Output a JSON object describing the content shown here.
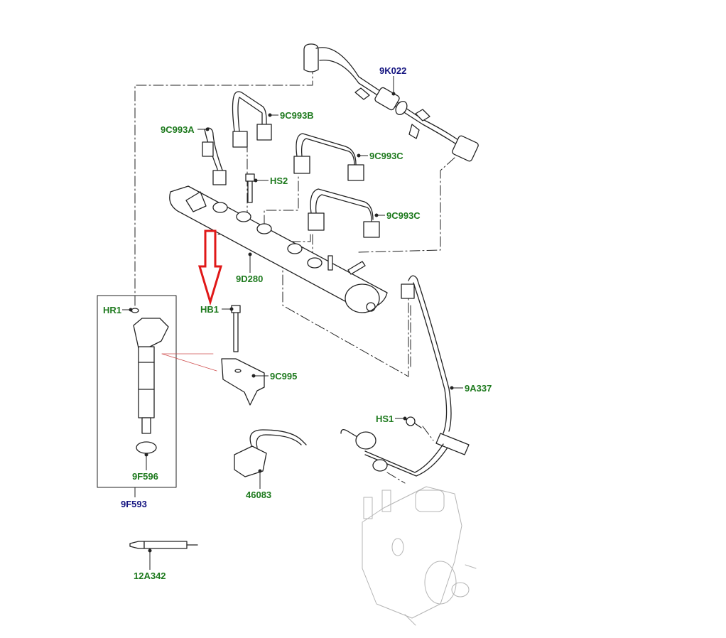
{
  "diagram": {
    "title": "Fuel injection system exploded parts diagram",
    "colors": {
      "part_label": "#1e7a1e",
      "assembly_label": "#141480",
      "highlight_arrow": "#e01818",
      "line": "#222222",
      "ghost_part": "#aaaaaa"
    },
    "labels": {
      "fuel_supply_manifold": "9K022",
      "injector_pipe_a": "9C993A",
      "injector_pipe_b": "9C993B",
      "injector_pipe_c_upper": "9C993C",
      "injector_pipe_c_lower": "9C993C",
      "rail_bolt_hs2": "HS2",
      "fuel_rail": "9D280",
      "clamp_bolt": "HB1",
      "injector_clamp": "9C995",
      "injector_washer_hr1": "HR1",
      "injector_seal": "9F596",
      "injector_assembly": "9F593",
      "pump_to_rail_pipe": "9A337",
      "pipe_bracket_bolt": "HS1",
      "sensor_harness": "46083",
      "glow_plug": "12A342"
    },
    "highlight": {
      "type": "arrow-down",
      "points_to": "HB1"
    }
  }
}
